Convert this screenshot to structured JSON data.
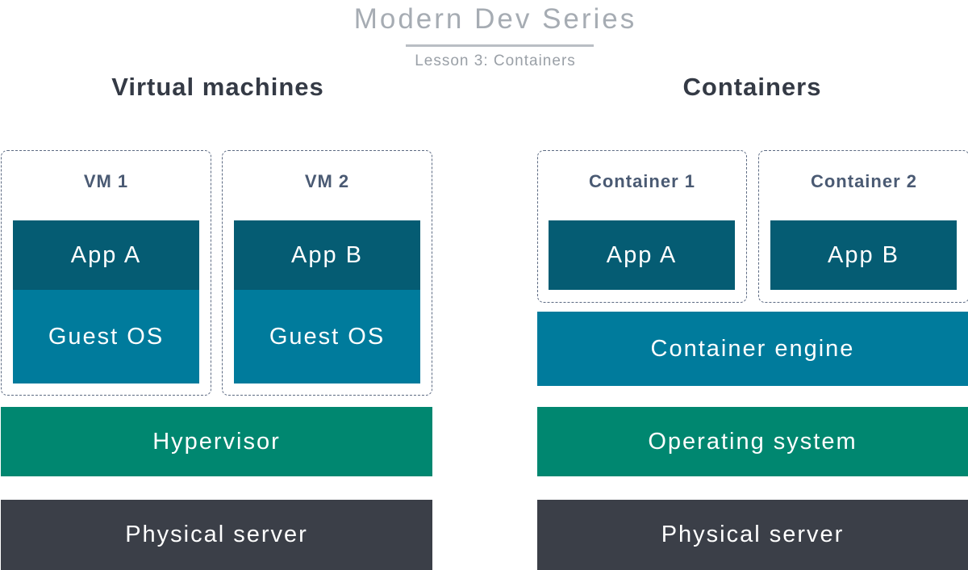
{
  "header": {
    "series_title": "Modern Dev Series",
    "lesson": "Lesson 3: Containers"
  },
  "vm_side": {
    "heading": "Virtual machines",
    "vms": [
      {
        "label": "VM 1",
        "app": "App A",
        "guest_os": "Guest OS"
      },
      {
        "label": "VM 2",
        "app": "App B",
        "guest_os": "Guest OS"
      }
    ],
    "hypervisor": "Hypervisor",
    "server": "Physical server"
  },
  "container_side": {
    "heading": "Containers",
    "containers": [
      {
        "label": "Container 1",
        "app": "App A"
      },
      {
        "label": "Container 2",
        "app": "App B"
      }
    ],
    "engine": "Container engine",
    "os": "Operating system",
    "server": "Physical server"
  },
  "colors": {
    "app": "#055c73",
    "guest_os": "#007b9c",
    "container_engine": "#007b9c",
    "hypervisor": "#008770",
    "operating_system": "#008770",
    "physical_server": "#3b3f48"
  }
}
